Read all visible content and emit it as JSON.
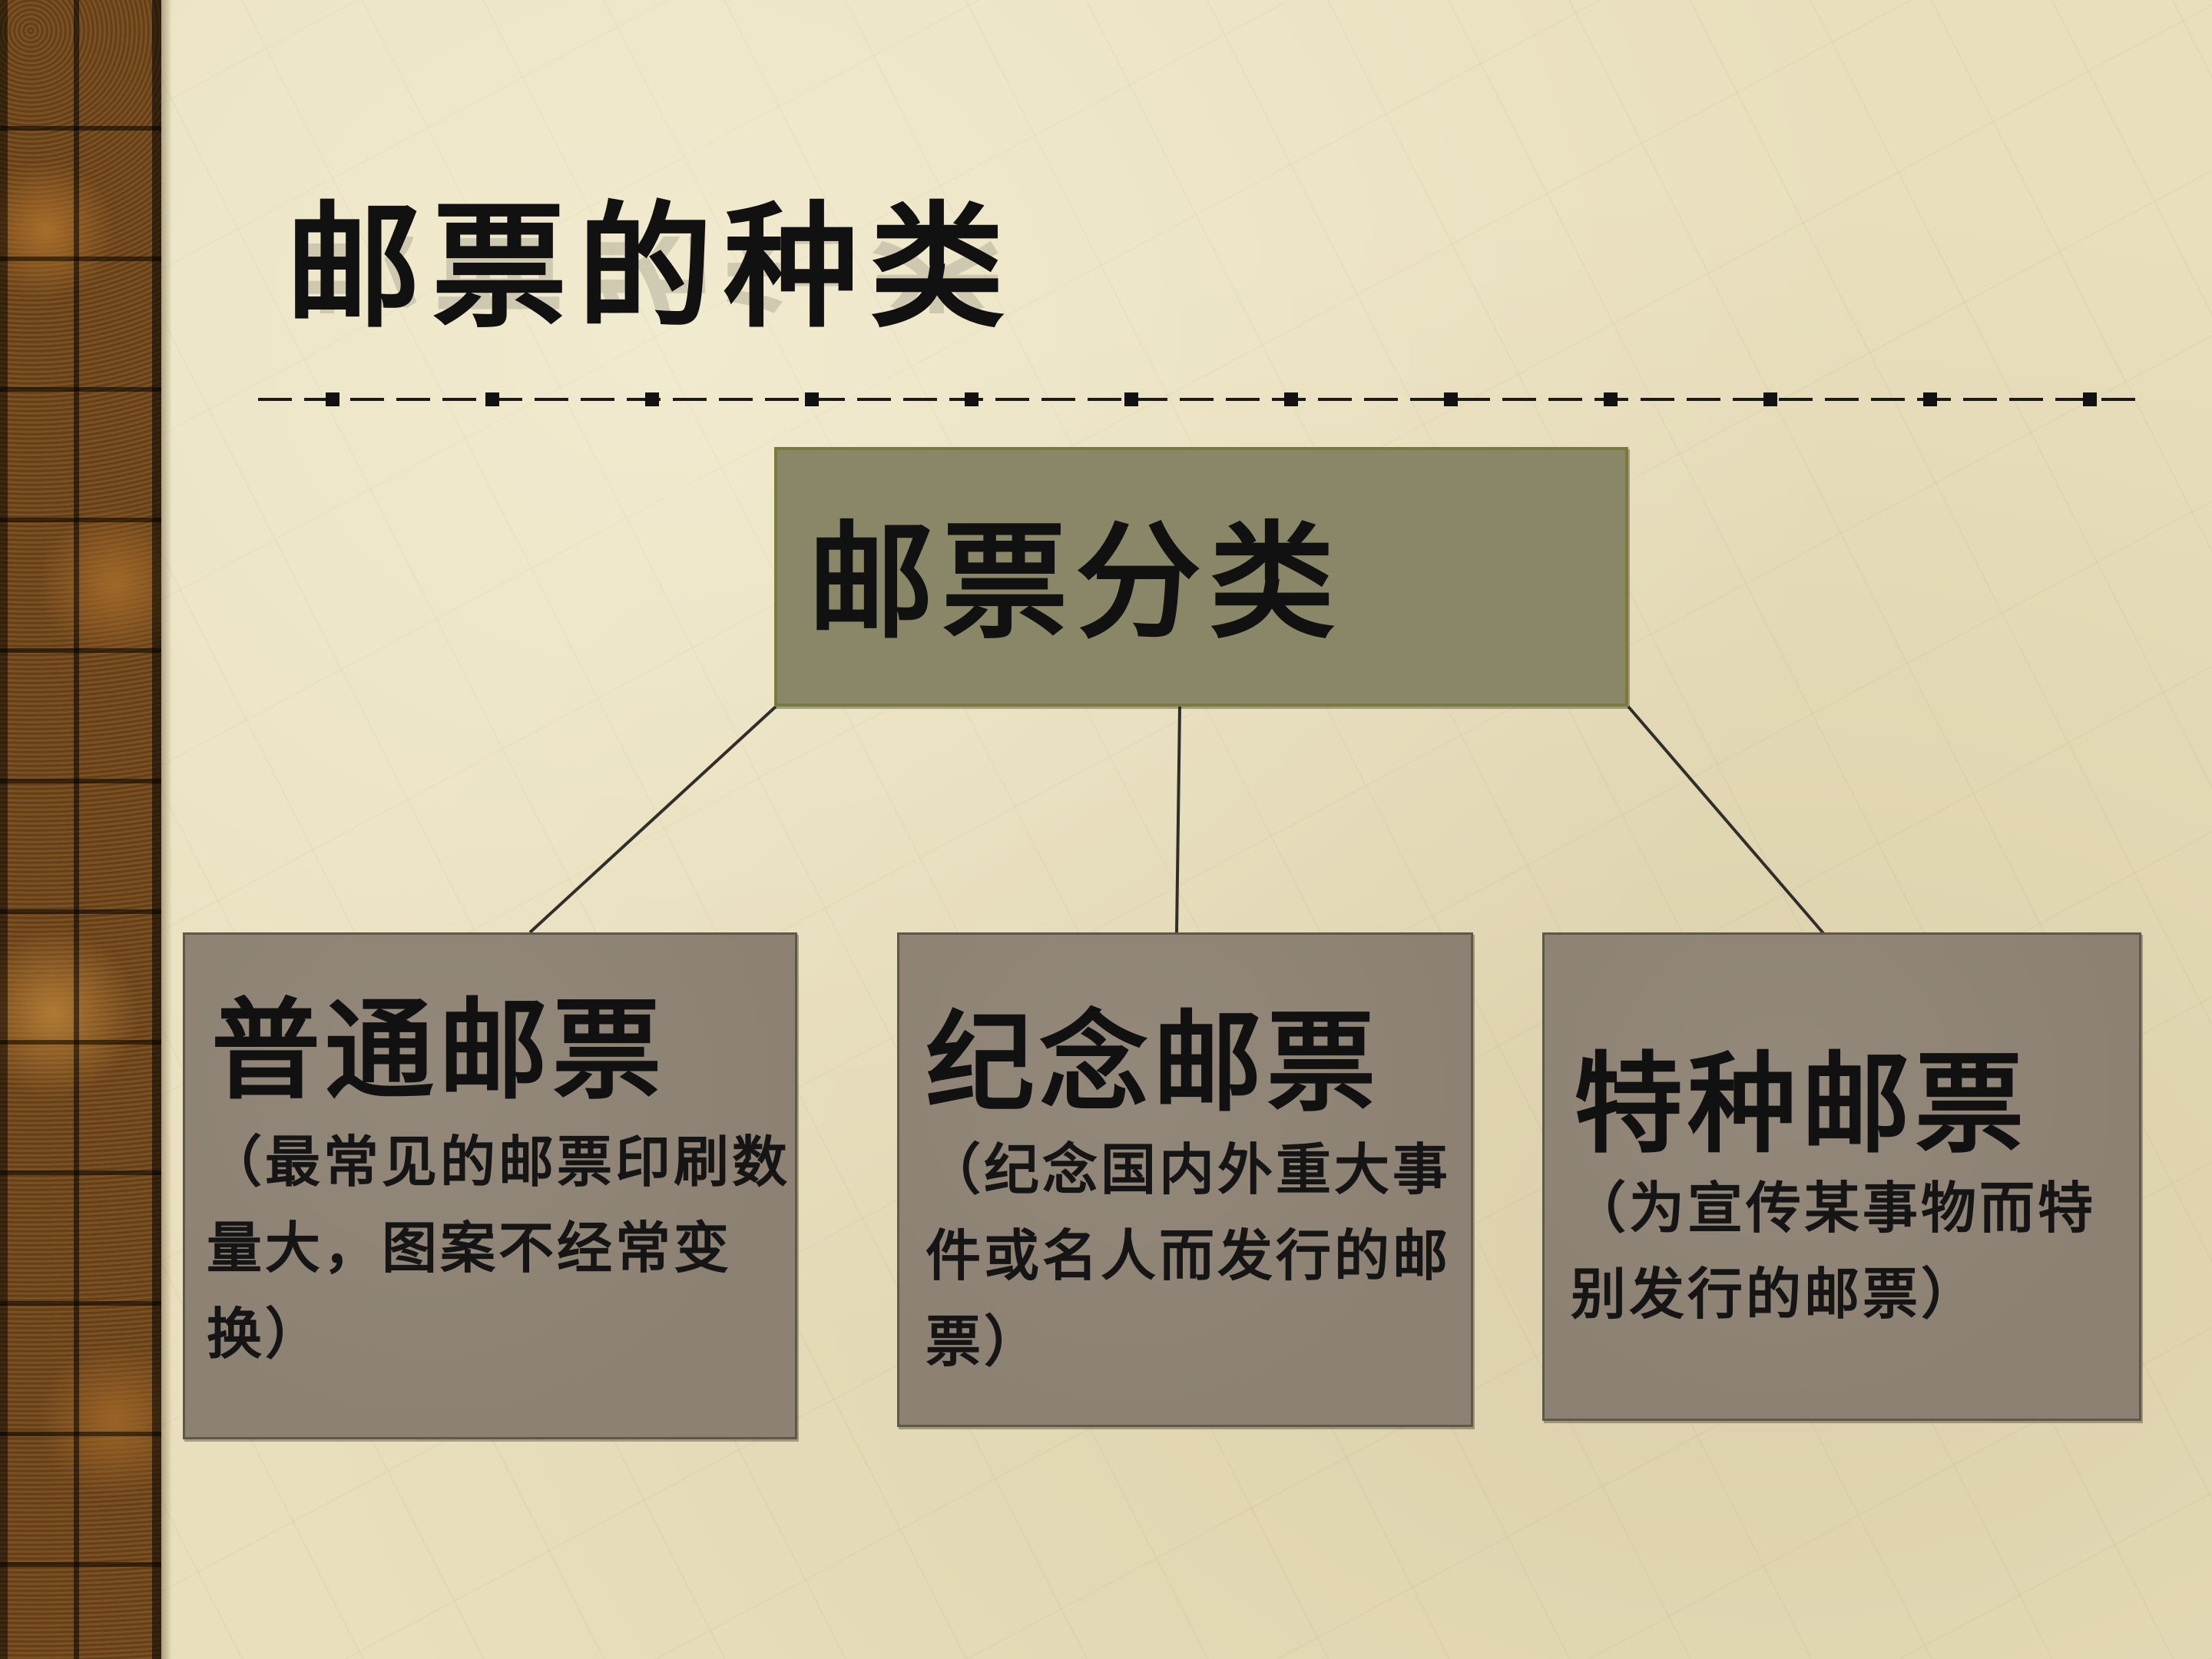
{
  "slide": {
    "title": "邮票的种类"
  },
  "diagram": {
    "root": {
      "label": "邮票分类"
    },
    "children": [
      {
        "title": "普通邮票",
        "description": "（最常见的邮票印刷数量大，图案不经常变换）"
      },
      {
        "title": "纪念邮票",
        "description": "（纪念国内外重大事件或名人而发行的邮票）"
      },
      {
        "title": "特种邮票",
        "description": "（为宣传某事物而特别发行的邮票）"
      }
    ]
  },
  "colors": {
    "background": "#e9dfbd",
    "root_fill": "#8a8668",
    "root_border": "#7a7a3c",
    "child_fill": "#8c8172",
    "text": "#111111",
    "strip": "#6b4a22"
  }
}
